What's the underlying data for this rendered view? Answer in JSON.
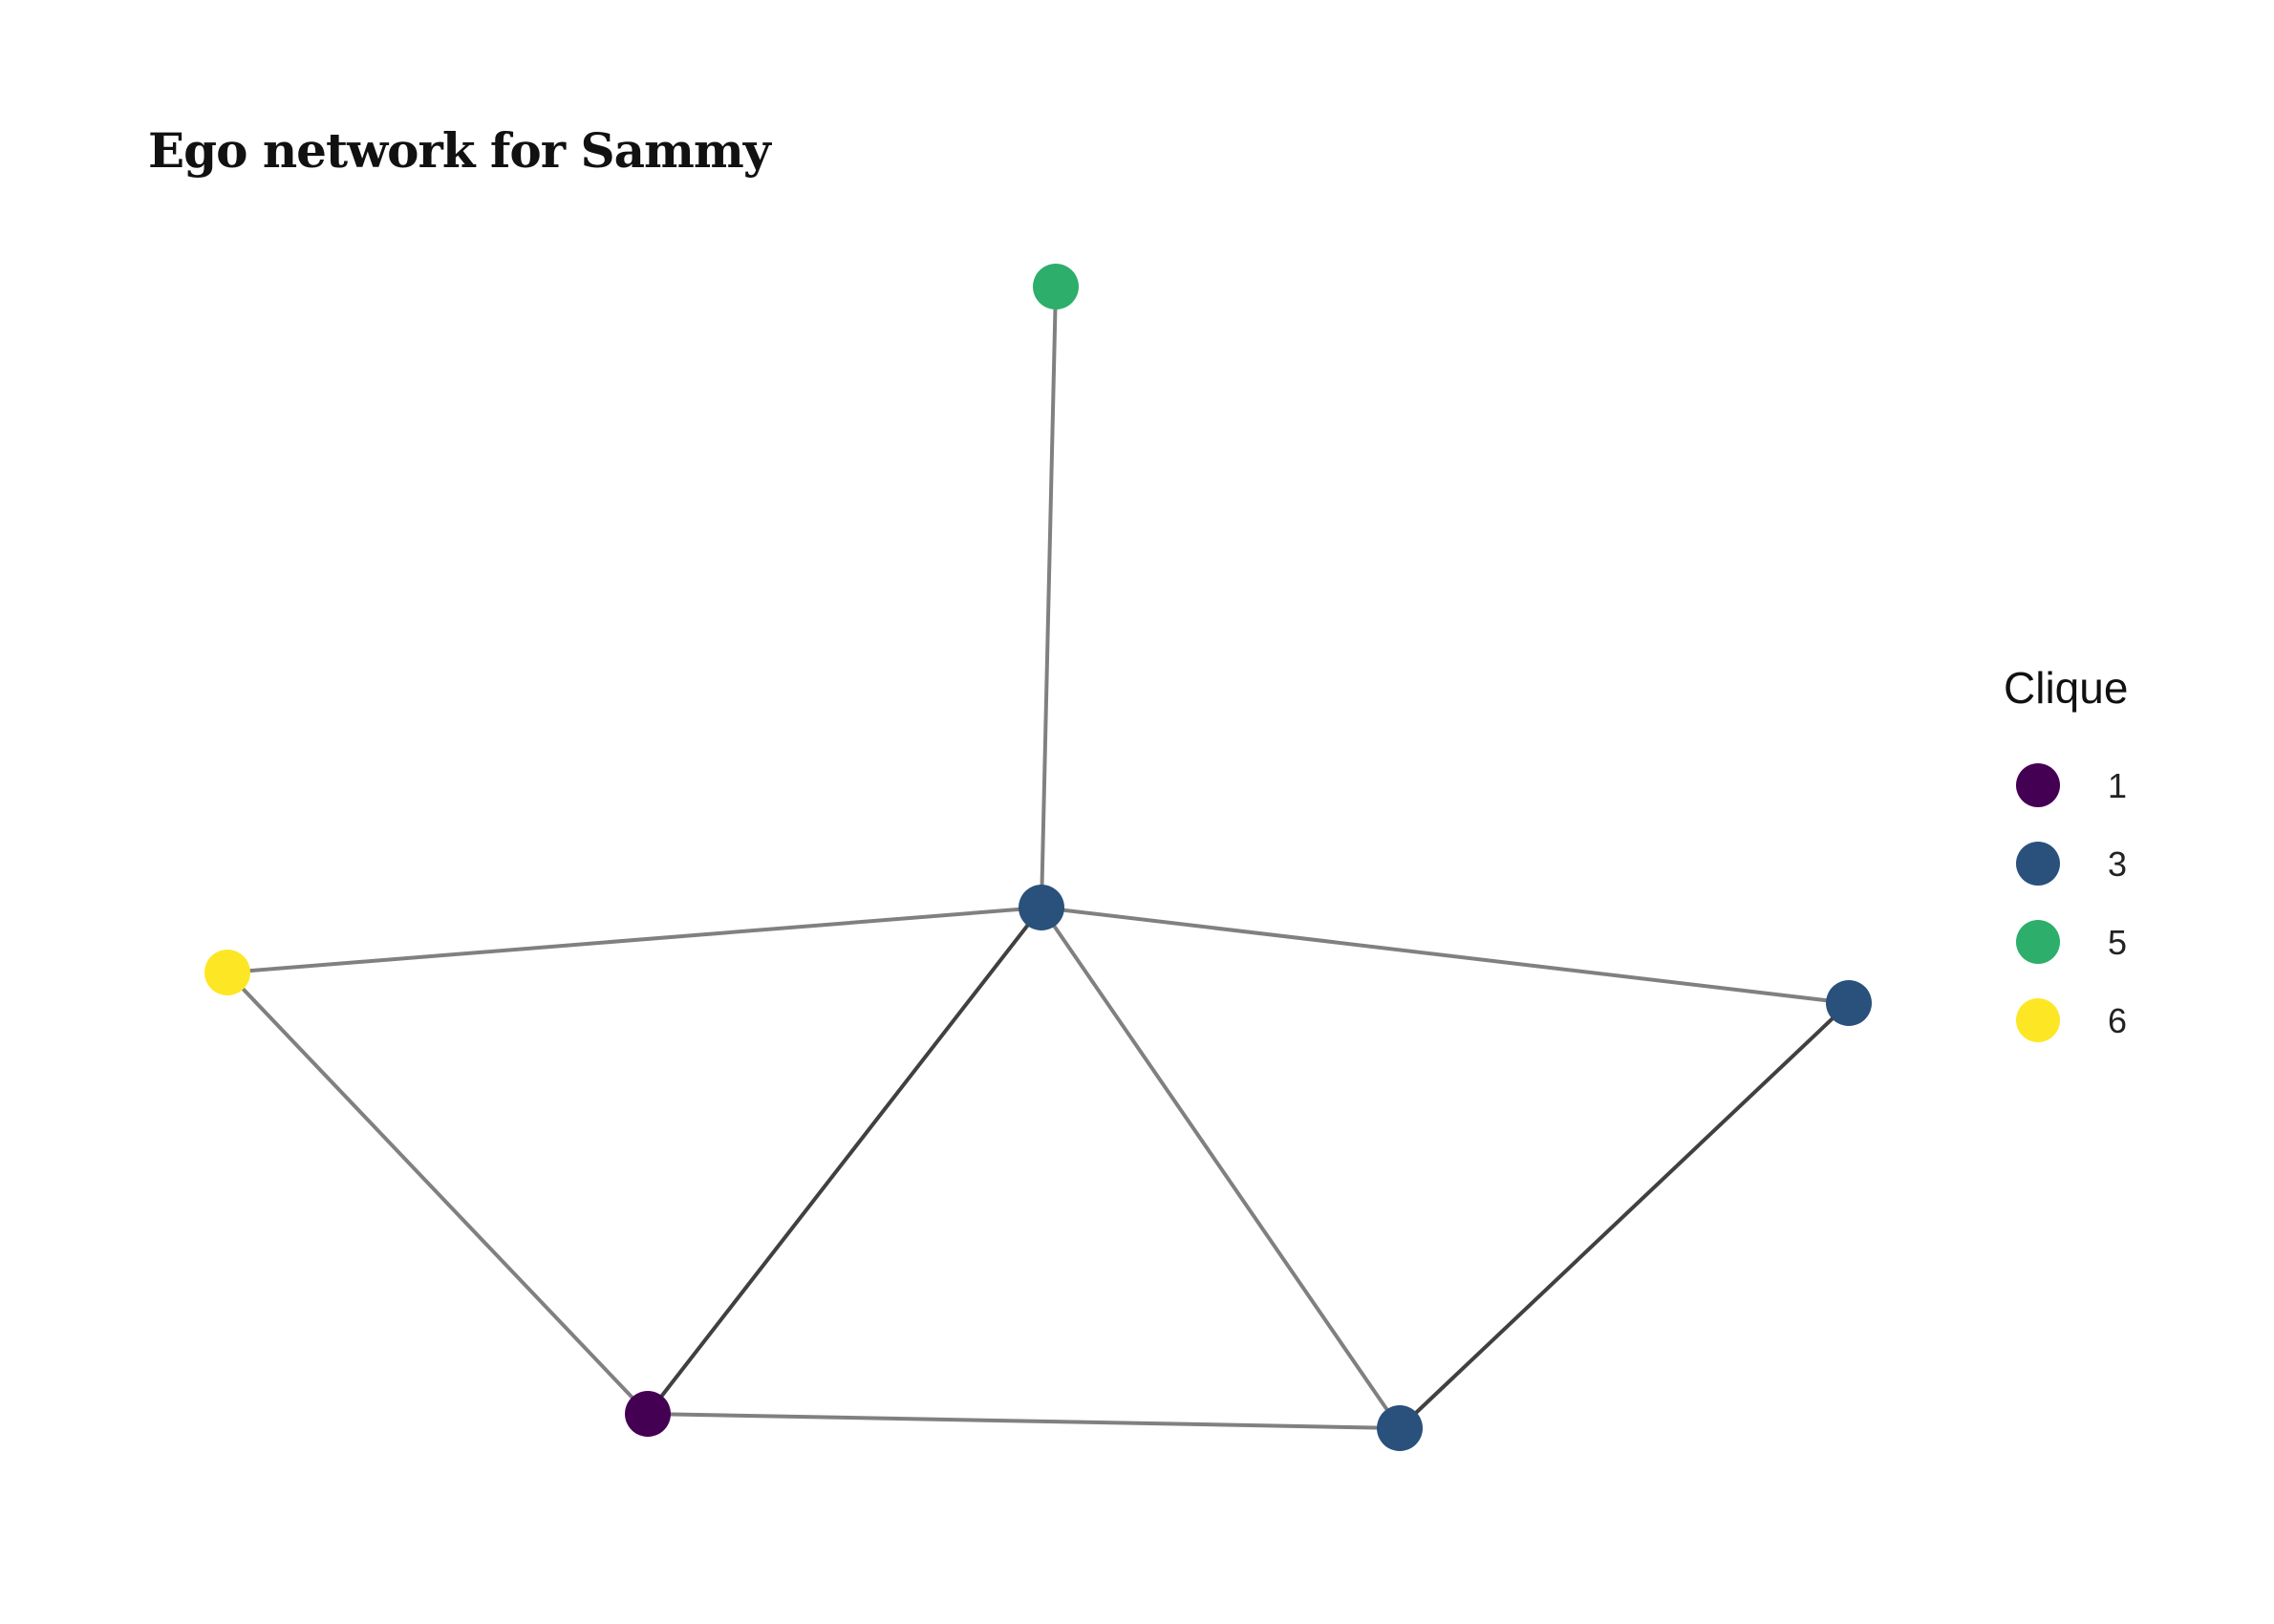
{
  "title": "Ego network for Sammy",
  "network": {
    "nodes": [
      {
        "id": "n_top",
        "clique": "5"
      },
      {
        "id": "n_center",
        "clique": "3"
      },
      {
        "id": "n_left",
        "clique": "6"
      },
      {
        "id": "n_bottom_left",
        "clique": "1"
      },
      {
        "id": "n_bottom_right",
        "clique": "3"
      },
      {
        "id": "n_right",
        "clique": "3"
      }
    ],
    "edges": [
      {
        "from": "n_top",
        "to": "n_center",
        "color": "#808080"
      },
      {
        "from": "n_left",
        "to": "n_center",
        "color": "#808080"
      },
      {
        "from": "n_center",
        "to": "n_right",
        "color": "#808080"
      },
      {
        "from": "n_left",
        "to": "n_bottom_left",
        "color": "#808080"
      },
      {
        "from": "n_bottom_left",
        "to": "n_center",
        "color": "#404040"
      },
      {
        "from": "n_center",
        "to": "n_bottom_right",
        "color": "#808080"
      },
      {
        "from": "n_bottom_left",
        "to": "n_bottom_right",
        "color": "#808080"
      },
      {
        "from": "n_bottom_right",
        "to": "n_right",
        "color": "#404040"
      }
    ]
  },
  "legend": {
    "title": "Clique",
    "items": [
      {
        "label": "1",
        "color": "#440154"
      },
      {
        "label": "3",
        "color": "#29517B"
      },
      {
        "label": "5",
        "color": "#2DAE6B"
      },
      {
        "label": "6",
        "color": "#FDE725"
      }
    ]
  }
}
